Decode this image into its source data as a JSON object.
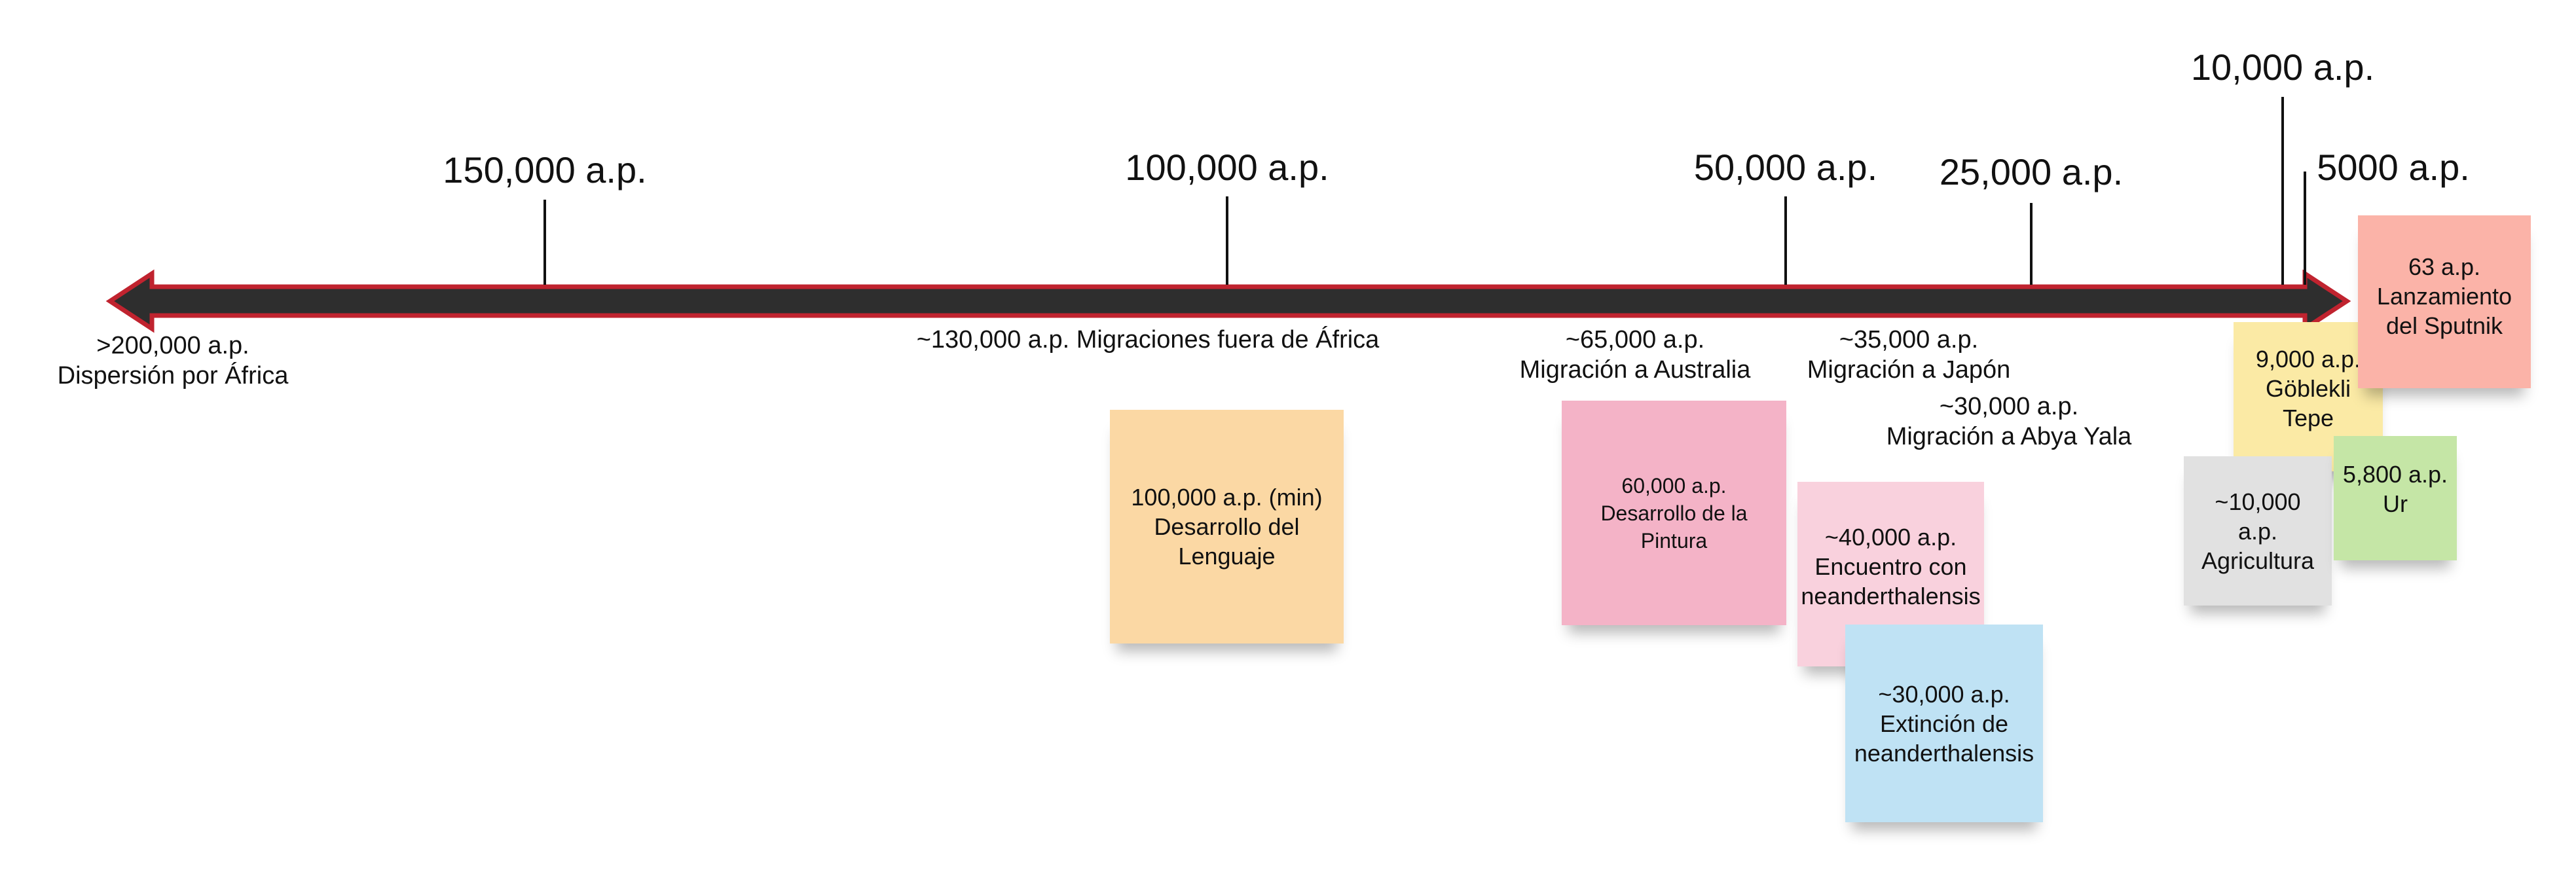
{
  "ticks": [
    {
      "label": "150,000 a.p."
    },
    {
      "label": "100,000 a.p."
    },
    {
      "label": "50,000 a.p."
    },
    {
      "label": "25,000 a.p."
    },
    {
      "label": "10,000 a.p."
    },
    {
      "label": "5000 a.p."
    }
  ],
  "notes": [
    {
      "line1": ">200,000 a.p.",
      "line2": "Dispersión por África"
    },
    {
      "line1": "~130,000 a.p. Migraciones fuera de África"
    },
    {
      "line1": "~65,000 a.p.",
      "line2": "Migración a Australia"
    },
    {
      "line1": "~35,000 a.p.",
      "line2": "Migración a Japón"
    },
    {
      "line1": "~30,000 a.p.",
      "line2": "Migración a Abya Yala"
    }
  ],
  "stickies": [
    {
      "lines": [
        "100,000 a.p. (min)",
        "Desarrollo del",
        "Lenguaje"
      ],
      "color": "#fbd8a4"
    },
    {
      "lines": [
        "60,000 a.p.",
        "Desarrollo de la",
        "Pintura"
      ],
      "color": "#f4b3c7"
    },
    {
      "lines": [
        "~40,000 a.p.",
        "Encuentro con",
        "neanderthalensis"
      ],
      "color": "#f9d1dd"
    },
    {
      "lines": [
        "~30,000 a.p.",
        "Extinción de",
        "neanderthalensis"
      ],
      "color": "#bfe2f4"
    },
    {
      "lines": [
        "~10,000",
        "a.p.",
        "Agricultura"
      ],
      "color": "#e1e1e1"
    },
    {
      "lines": [
        "9,000 a.p.",
        "Göblekli",
        "Tepe"
      ],
      "color": "#fbeaa5"
    },
    {
      "lines": [
        "5,800 a.p.",
        "Ur"
      ],
      "color": "#c5e6a6"
    },
    {
      "lines": [
        "63 a.p.",
        "Lanzamiento",
        "del Sputnik"
      ],
      "color": "#fbb3a8"
    }
  ]
}
